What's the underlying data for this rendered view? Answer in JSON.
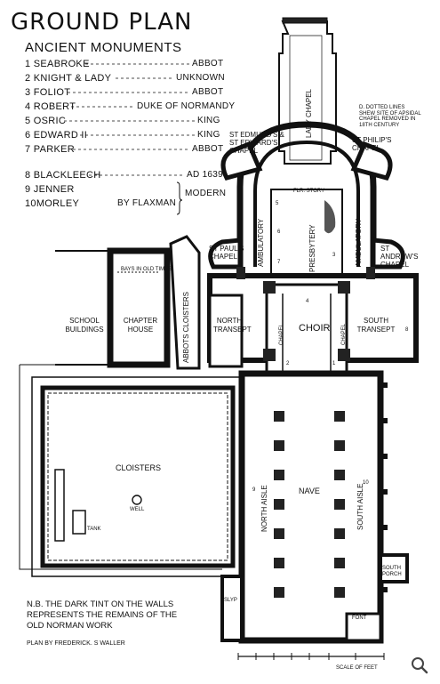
{
  "title": "GROUND PLAN",
  "subtitle": "ANCIENT MONUMENTS",
  "monuments": [
    {
      "num": "1",
      "name": "SEABROKE",
      "role": "ABBOT"
    },
    {
      "num": "2",
      "name": "KNIGHT & LADY",
      "role": "UNKNOWN"
    },
    {
      "num": "3",
      "name": "FOLIOT",
      "role": "ABBOT"
    },
    {
      "num": "4",
      "name": "ROBERT",
      "role": "DUKE OF NORMANDY"
    },
    {
      "num": "5",
      "name": "OSRIC",
      "role": "KING"
    },
    {
      "num": "6",
      "name": "EDWARD II",
      "role": "KING"
    },
    {
      "num": "7",
      "name": "PARKER",
      "role": "ABBOT"
    }
  ],
  "modern": [
    {
      "num": "8",
      "name": "BLACKLEECH",
      "role": "AD 1639"
    },
    {
      "num": "9",
      "name": "JENNER"
    },
    {
      "num": "10",
      "name": "MORLEY",
      "by": "BY FLAXMAN"
    }
  ],
  "modern_label": "MODERN",
  "labels": {
    "lady_chapel": "LADY CHAPEL",
    "dotted_note": "D. DOTTED LINES SHEW SITE OF APSIDAL CHAPEL REMOVED IN 18TH CENTURY",
    "st_edmunds": "ST EDMUND'S & ST EDWARD'S CHAPEL",
    "st_philips": "ST PHILIP'S CHAPEL",
    "ambulatory": "AMBULATORY",
    "presbytery": "PRESBYTERY",
    "pulpitum": "FLR. STORY",
    "st_pauls": "ST PAUL'S CHAPEL",
    "st_andrews": "ST ANDREW'S CHAPEL",
    "school": "SCHOOL BUILDINGS",
    "chapter": "CHAPTER HOUSE",
    "abbots": "ABBOTS CLOISTERS",
    "old_times": "BAYS IN OLD TIMES",
    "north_transept": "NORTH TRANSEPT",
    "south_transept": "SOUTH TRANSEPT",
    "chapel": "CHAPEL",
    "choir": "CHOIR",
    "cloisters": "CLOISTERS",
    "well": "WELL",
    "tank": "TANK",
    "north_aisle": "NORTH AISLE",
    "nave": "NAVE",
    "south_aisle": "SOUTH AISLE",
    "south_porch": "SOUTH PORCH",
    "font": "FONT",
    "slyp": "SLYP",
    "scale": "SCALE OF FEET",
    "note": "N.B. THE DARK TINT ON THE WALLS REPRESENTS THE REMAINS OF THE OLD NORMAN WORK",
    "note_l1": "N.B. THE DARK TINT ON THE WALLS",
    "note_l2": "REPRESENTS THE REMAINS OF THE",
    "note_l3": "OLD NORMAN WORK",
    "credit": "PLAN BY FREDERICK. S WALLER",
    "num_5": "5",
    "num_6": "6",
    "num_7": "7",
    "num_3": "3",
    "num_4": "4",
    "num_2": "2",
    "num_1": "1",
    "num_8": "8",
    "num_9": "9",
    "num_10": "10"
  },
  "colors": {
    "ink": "#111111",
    "paper": "#ffffff",
    "tint": "#555555"
  },
  "icons": {
    "search": "search-icon"
  }
}
